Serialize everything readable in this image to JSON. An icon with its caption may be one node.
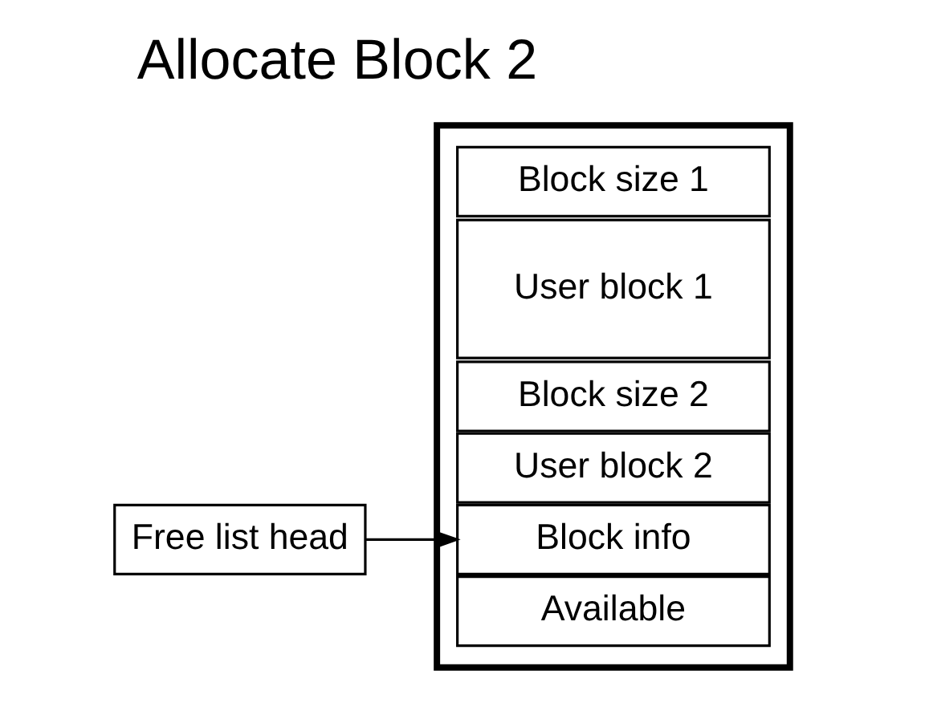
{
  "diagram": {
    "title": "Allocate Block 2",
    "nodes": [
      {
        "text": [
          "Free list head"
        ]
      },
      {
        "text": [],
        "shape": "box"
      },
      {
        "text": [
          "Block size 1"
        ],
        "in": 1
      },
      {
        "text": [
          "User block 1"
        ],
        "in": 1
      },
      {
        "text": [
          "Block size 2"
        ],
        "in": 1
      },
      {
        "text": [
          "User block 2"
        ],
        "in": 1
      },
      {
        "text": [
          "Block info"
        ],
        "in": 1
      },
      {
        "text": [
          "Available"
        ],
        "in": 1
      }
    ],
    "edges": [
      {
        "from": 0,
        "to": 6,
        "arrow": "to"
      }
    ]
  }
}
